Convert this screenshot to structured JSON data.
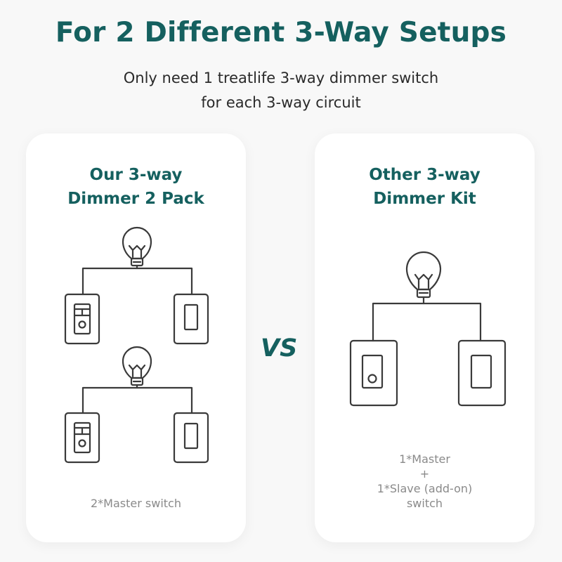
{
  "header": {
    "title": "For 2 Different 3-Way Setups",
    "subtitle_line1": "Only need 1 treatlife 3-way dimmer switch",
    "subtitle_line2": "for each 3-way circuit"
  },
  "left_card": {
    "title_line1": "Our 3-way",
    "title_line2": "Dimmer 2 Pack",
    "diagrams": [
      {
        "bulb_icon": "light-bulb-icon",
        "left_switch": "smart-dimmer-master-icon",
        "right_switch": "rocker-switch-icon"
      },
      {
        "bulb_icon": "light-bulb-icon",
        "left_switch": "smart-dimmer-master-icon",
        "right_switch": "rocker-switch-icon"
      }
    ],
    "caption": "2*Master switch"
  },
  "vs_label": "VS",
  "right_card": {
    "title_line1": "Other 3-way",
    "title_line2": "Dimmer Kit",
    "diagram": {
      "bulb_icon": "light-bulb-icon",
      "left_switch": "dimmer-master-icon",
      "right_switch": "rocker-switch-icon"
    },
    "caption_line1": "1*Master",
    "caption_line2": "+",
    "caption_line3": "1*Slave (add-on)",
    "caption_line4": "switch"
  },
  "colors": {
    "accent": "#15605f",
    "text": "#2a2a2a",
    "caption": "#8a8a8a",
    "line": "#3a3a3a",
    "background": "#f8f8f8",
    "card": "#ffffff"
  }
}
